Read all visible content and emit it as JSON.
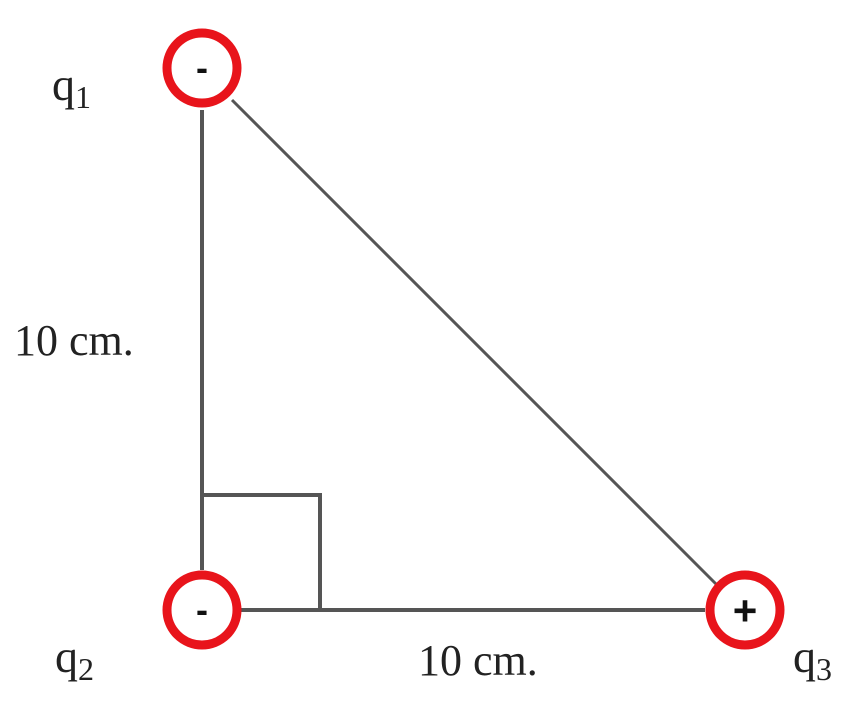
{
  "charges": [
    {
      "id": "q1",
      "label_main": "q",
      "label_sub": "1",
      "sign": "-"
    },
    {
      "id": "q2",
      "label_main": "q",
      "label_sub": "2",
      "sign": "-"
    },
    {
      "id": "q3",
      "label_main": "q",
      "label_sub": "3",
      "sign": "+"
    }
  ],
  "dimensions": {
    "vertical": "10 cm.",
    "horizontal": "10 cm."
  },
  "colors": {
    "charge_ring": "#e8141b",
    "line": "#555555",
    "text": "#222222"
  }
}
